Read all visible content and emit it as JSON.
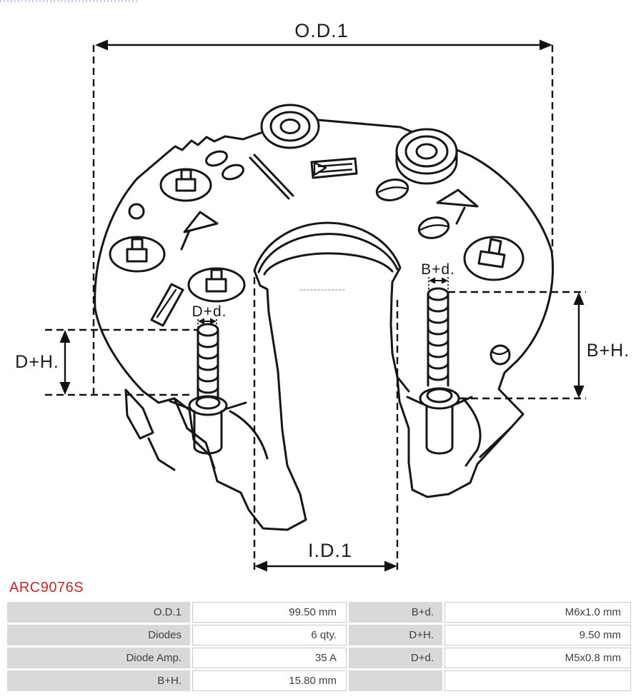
{
  "part": {
    "code": "ARC9076S"
  },
  "diagram": {
    "dimension_labels": {
      "od1": "O.D.1",
      "id1": "I.D.1",
      "dh": "D+H.",
      "bh": "B+H.",
      "bd": "B+d.",
      "dd": "D+d."
    }
  },
  "spec_table": {
    "left_rows": [
      {
        "label": "O.D.1",
        "value": "99.50 mm"
      },
      {
        "label": "Diodes",
        "value": "6 qty."
      },
      {
        "label": "Diode Amp.",
        "value": "35 A"
      },
      {
        "label": "B+H.",
        "value": "15.80 mm"
      }
    ],
    "right_rows": [
      {
        "label": "B+d.",
        "value": "M6x1.0 mm"
      },
      {
        "label": "D+H.",
        "value": "9.50 mm"
      },
      {
        "label": "D+d.",
        "value": "M5x0.8 mm"
      },
      {
        "label": "",
        "value": ""
      }
    ]
  },
  "colors": {
    "part_code_red": "#c1272d",
    "drawing_line": "#161616",
    "table_label_bg": "#d9d9d9",
    "table_border": "#c9c9c9",
    "table_text": "#3f3f3f"
  }
}
